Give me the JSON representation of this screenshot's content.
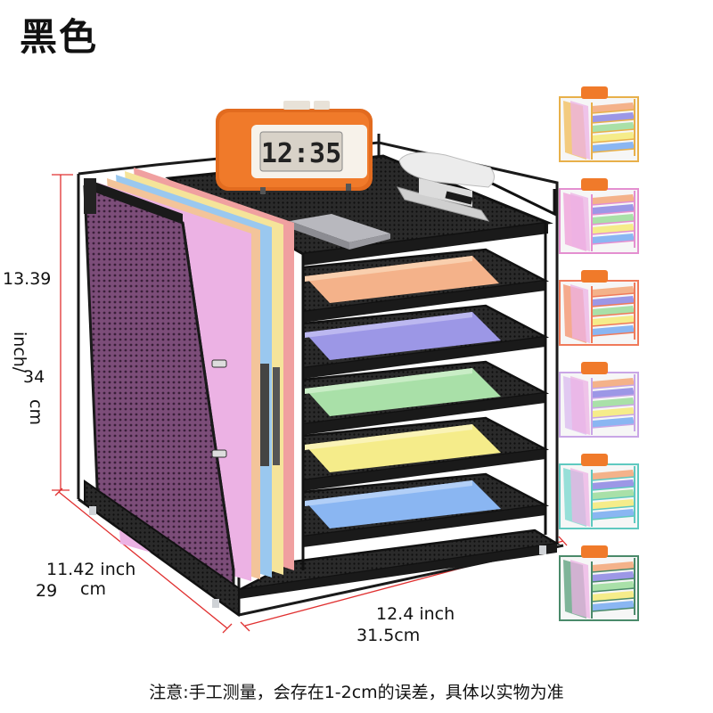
{
  "title": "黑色",
  "dimensions": {
    "height_inch": "13.39",
    "height_unit": "inch/",
    "height_cm": "34",
    "height_cm_unit": "cm",
    "depth_inch": "11.42 inch",
    "depth_cm_value": "29",
    "depth_cm_unit": "cm",
    "width_inch": "12.4 inch",
    "width_cm": "31.5cm"
  },
  "clock": {
    "time": "12:35"
  },
  "note": "注意:手工测量，会存在1-2cm的误差，具体以实物为准",
  "variants": [
    {
      "frame": "#e8b04a",
      "accent": "#f2c36a"
    },
    {
      "frame": "#e48fd0",
      "accent": "#f0a8dc"
    },
    {
      "frame": "#f07a5a",
      "accent": "#f59c7a"
    },
    {
      "frame": "#c9a6e6",
      "accent": "#ddc1f0"
    },
    {
      "frame": "#5fc9c0",
      "accent": "#86dad2"
    },
    {
      "frame": "#4a8a6a",
      "accent": "#6aa888"
    }
  ],
  "colors": {
    "frame": "#1a1a1a",
    "divider": "#7a4a78",
    "dim_line": "#e03030"
  }
}
